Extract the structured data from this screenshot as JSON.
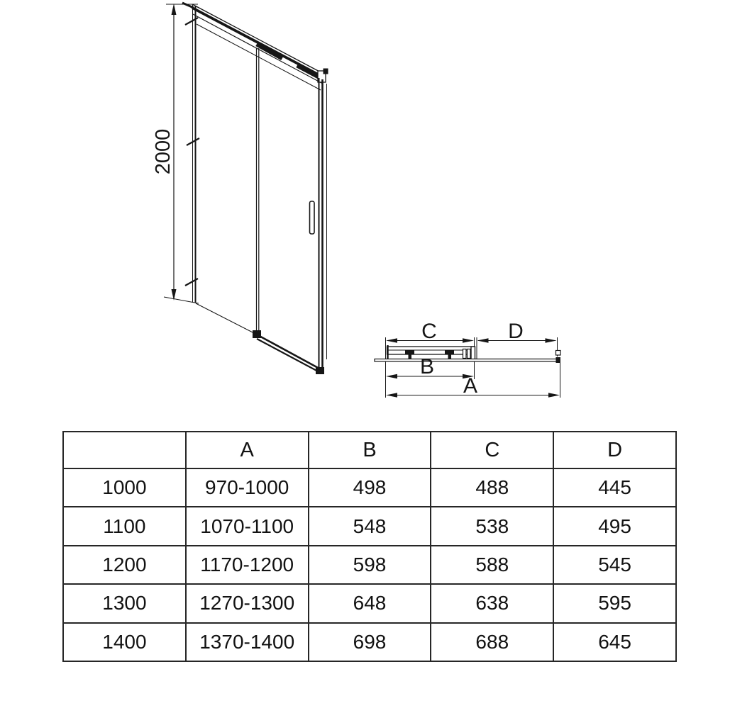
{
  "page": {
    "background": "#ffffff"
  },
  "colors": {
    "line": "#161616",
    "table_border": "#262626",
    "text": "#121212"
  },
  "drawing": {
    "elevation": {
      "description": "sliding-shower-door-front-view",
      "height_dim_label": "2000"
    },
    "plan": {
      "description": "top-section-view-with-dimension-lines",
      "dim_a_label": "A",
      "dim_b_label": "B",
      "dim_c_label": "C",
      "dim_d_label": "D"
    }
  },
  "size_table": {
    "headers": [
      "",
      "A",
      "B",
      "C",
      "D"
    ],
    "rows": [
      [
        "1000",
        "970-1000",
        "498",
        "488",
        "445"
      ],
      [
        "1100",
        "1070-1100",
        "548",
        "538",
        "495"
      ],
      [
        "1200",
        "1170-1200",
        "598",
        "588",
        "545"
      ],
      [
        "1300",
        "1270-1300",
        "648",
        "638",
        "595"
      ],
      [
        "1400",
        "1370-1400",
        "698",
        "688",
        "645"
      ]
    ]
  }
}
